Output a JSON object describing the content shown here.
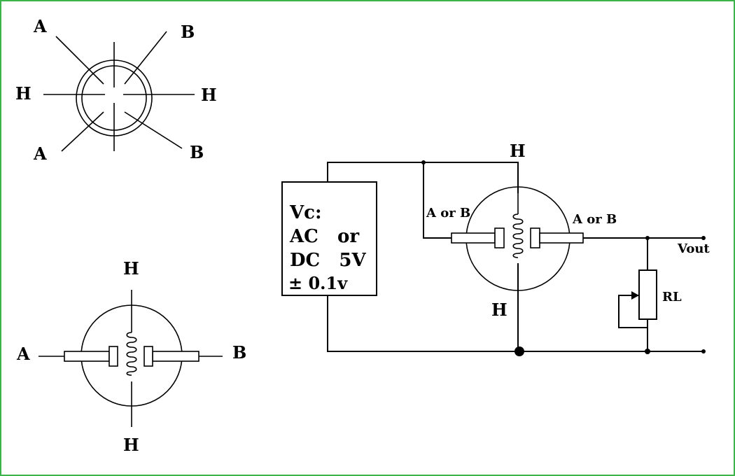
{
  "colors": {
    "border": "#3cb44b",
    "ink": "#000000",
    "background": "#ffffff"
  },
  "pinout_top": {
    "a1": "A",
    "b1": "B",
    "h_left": "H",
    "h_right": "H",
    "a2": "A",
    "b2": "B"
  },
  "sensor_symbol": {
    "h_top": "H",
    "h_bottom": "H",
    "a": "A",
    "b": "B"
  },
  "circuit": {
    "supply_lines": [
      "Vc:",
      "AC   or",
      "DC   5V",
      "± 0.1v"
    ],
    "h_top": "H",
    "h_bottom": "H",
    "left_electrode": "A or B",
    "right_electrode": "A or B",
    "output": "Vout",
    "load": "RL"
  }
}
